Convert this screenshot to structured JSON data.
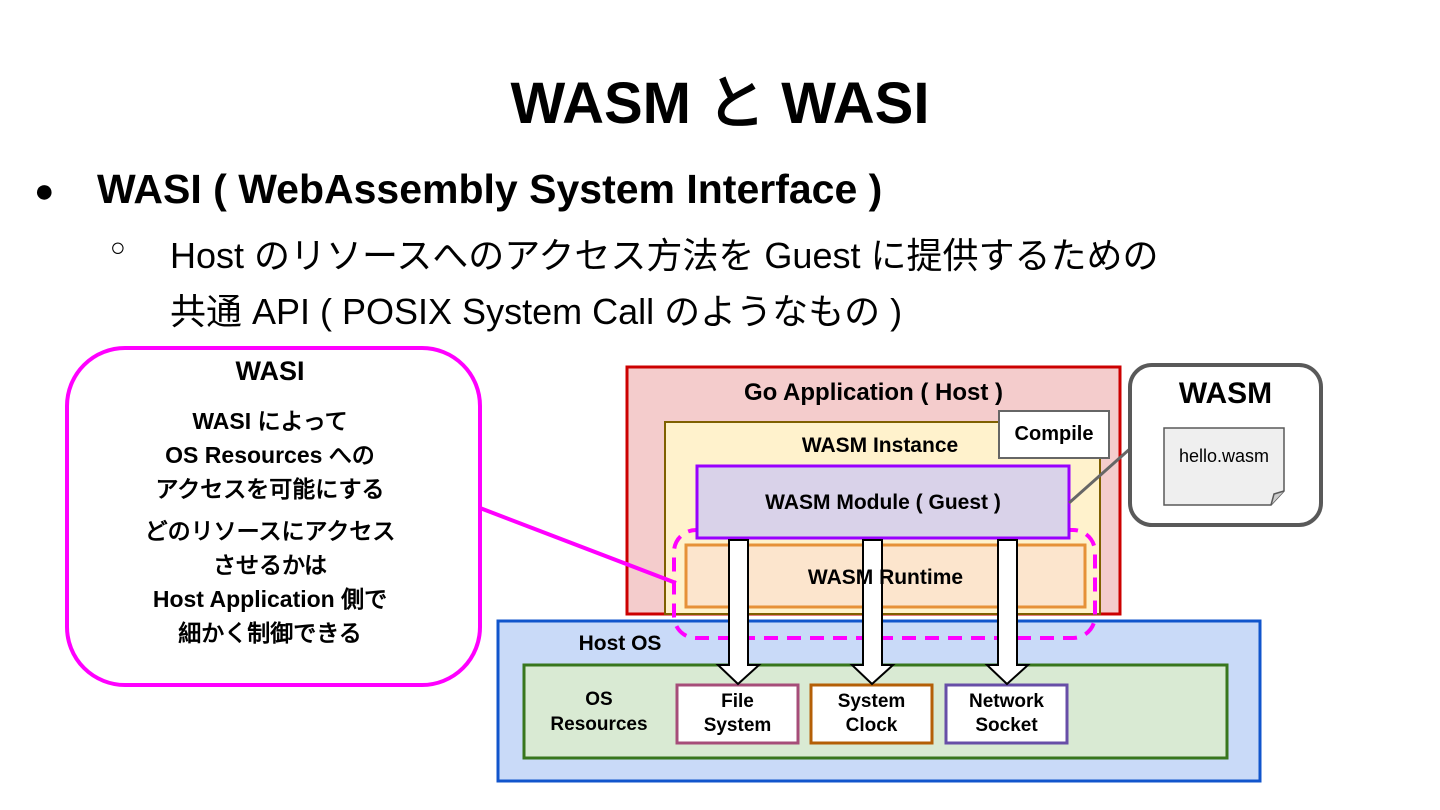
{
  "slide": {
    "title": "WASM と WASI",
    "bullet1": "WASI ( WebAssembly System Interface )",
    "bullet2_line1": "Host のリソースへのアクセス方法を Guest に提供するための",
    "bullet2_line2": "共通 API ( POSIX System Call のようなもの )"
  },
  "callout": {
    "title": "WASI",
    "p1_l1": "WASI によって",
    "p1_l2": "OS Resources への",
    "p1_l3": "アクセスを可能にする",
    "p2_l1": "どのリソースにアクセス",
    "p2_l2": "させるかは",
    "p2_l3": "Host Application 側で",
    "p2_l4": "細かく制御できる"
  },
  "diagram": {
    "go_app": "Go Application ( Host )",
    "wasm_instance": "WASM Instance",
    "compile": "Compile",
    "wasm_module": "WASM Module ( Guest )",
    "wasm_runtime": "WASM Runtime",
    "host_os": "Host OS",
    "os_resources_l1": "OS",
    "os_resources_l2": "Resources",
    "file_system_l1": "File",
    "file_system_l2": "System",
    "system_clock_l1": "System",
    "system_clock_l2": "Clock",
    "network_socket_l1": "Network",
    "network_socket_l2": "Socket",
    "wasm_box_title": "WASM",
    "wasm_file": "hello.wasm"
  },
  "colors": {
    "magenta": "#ff00ff",
    "go_app_fill": "#f4cccc",
    "go_app_border": "#cc0000",
    "instance_fill": "#fff2cc",
    "instance_border": "#7f6000",
    "module_fill": "#d9d2e9",
    "module_border": "#9900ff",
    "runtime_fill": "#fce5cd",
    "runtime_border": "#e69138",
    "host_os_fill": "#c9daf8",
    "host_os_border": "#1155cc",
    "resources_fill": "#d9ead3",
    "resources_border": "#38761d"
  }
}
